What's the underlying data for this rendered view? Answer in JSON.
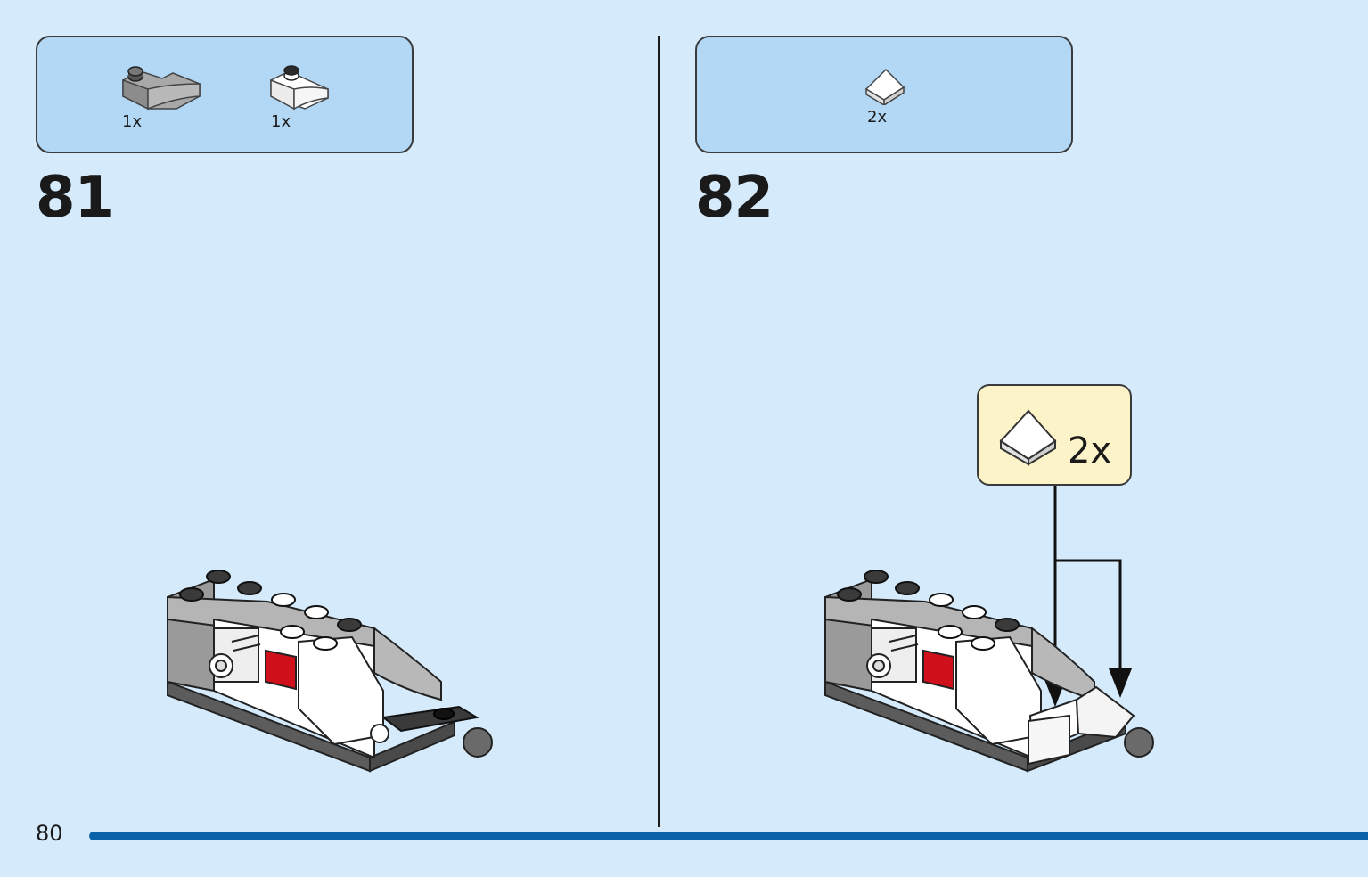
{
  "step81": {
    "number": "81",
    "parts": [
      {
        "icon": "dark-gray-curved-slope-brick-icon",
        "qty": "1x"
      },
      {
        "icon": "white-curved-slope-brick-icon",
        "qty": "1x"
      }
    ]
  },
  "step82": {
    "number": "82",
    "parts": [
      {
        "icon": "white-slope-tile-icon",
        "qty": "2x"
      }
    ],
    "callout": {
      "icon": "white-slope-tile-icon",
      "qty": "2x"
    }
  },
  "page": {
    "number": "80"
  },
  "colors": {
    "background": "#d5ebfb",
    "parts_box": "#b3d8f6",
    "callout_box": "#fdf3c8",
    "footer_bar": "#0a62a8",
    "brick_red": "#d0101b",
    "brick_gray": "#a5a5a5",
    "brick_dark": "#6b6b6b"
  }
}
